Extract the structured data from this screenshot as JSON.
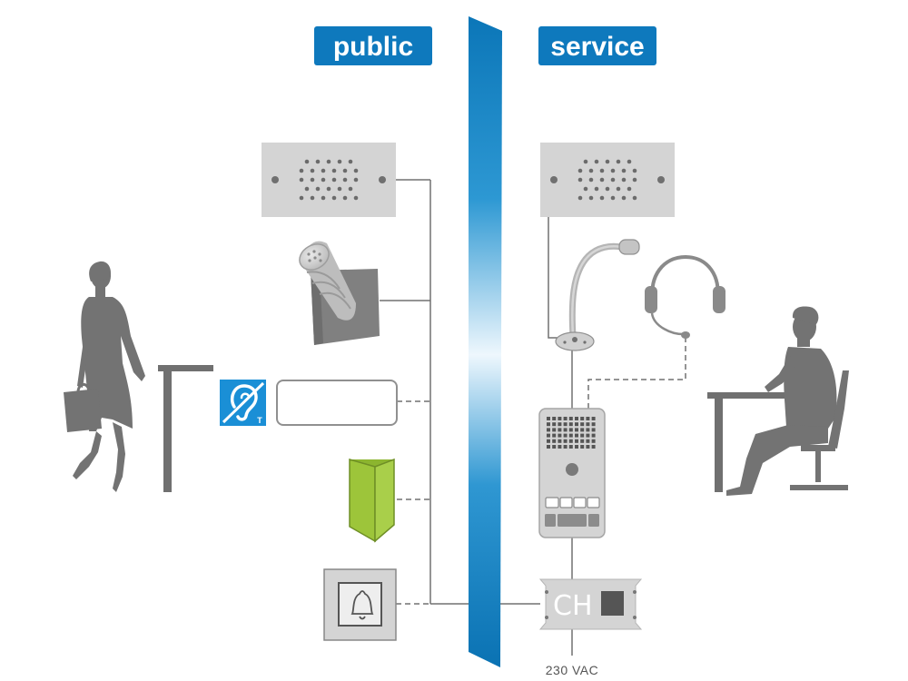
{
  "labels": {
    "public": "public",
    "service": "service",
    "control_unit": "CH",
    "power_supply": "230 VAC",
    "hearing_loop_letter": "T"
  },
  "icons": {
    "left_speaker": "speaker-panel-icon",
    "gooseneck_mic": "gooseneck-microphone-icon",
    "hearing_loop": "hearing-loop-icon",
    "door": "door-icon",
    "bell": "bell-icon",
    "headset": "headset-icon",
    "intercom": "intercom-station-icon",
    "woman": "woman-silhouette-icon",
    "man": "seated-man-silhouette-icon"
  },
  "colors": {
    "label_blue": "#0e79bd",
    "glass_dark": "#0a7cbd",
    "glass_light": "#eaf5fc",
    "device_grey": "#d4d4d4",
    "silhouette": "#707070",
    "door_green": "#9dc53a",
    "hearing_loop_blue": "#1a8fd6"
  }
}
